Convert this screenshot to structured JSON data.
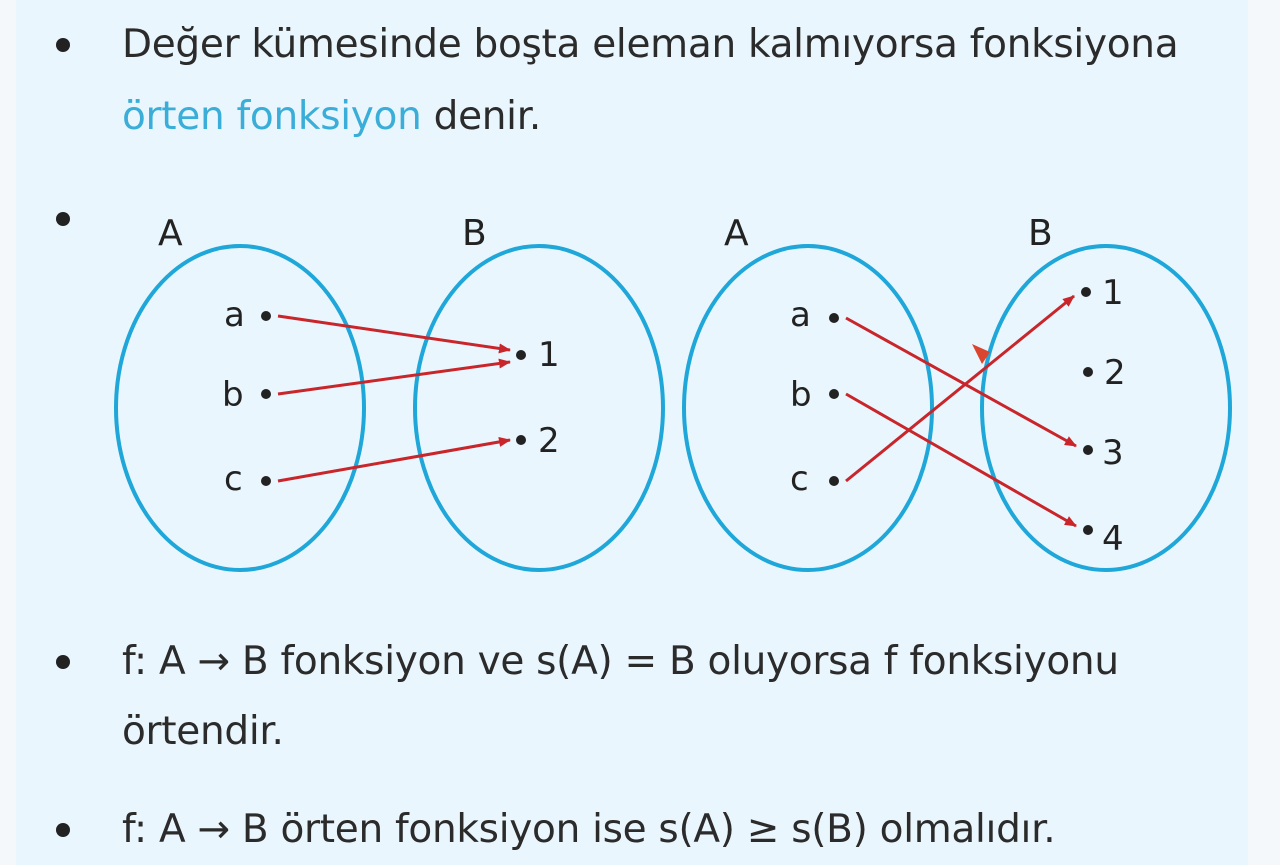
{
  "bullets": {
    "b1": {
      "line1": "Değer kümesinde boşta eleman kalmıyorsa fonksiyona",
      "highlight": "örten fonksiyon",
      "line2_rest": " denir."
    },
    "b3": {
      "line1": "f: A → B fonksiyon ve s(A) = B oluyorsa f fonksiyonu",
      "line2": "örtendir."
    },
    "b4": {
      "line1": "f: A → B örten fonksiyon ise s(A)  ≥ s(B) olmalıdır."
    }
  },
  "diagrams": [
    {
      "set_a_label": "A",
      "set_b_label": "B",
      "domain": [
        "a",
        "b",
        "c"
      ],
      "codomain": [
        "1",
        "2"
      ],
      "mapping": [
        [
          "a",
          "1"
        ],
        [
          "b",
          "1"
        ],
        [
          "c",
          "2"
        ]
      ]
    },
    {
      "set_a_label": "A",
      "set_b_label": "B",
      "domain": [
        "a",
        "b",
        "c"
      ],
      "codomain": [
        "1",
        "2",
        "3",
        "4"
      ],
      "mapping": [
        [
          "a",
          "3"
        ],
        [
          "b",
          "4"
        ],
        [
          "c",
          "1"
        ]
      ]
    }
  ],
  "colors": {
    "highlight": "#3aaed8",
    "ellipse": "#1fa7d9",
    "arrow": "#c8262b"
  }
}
